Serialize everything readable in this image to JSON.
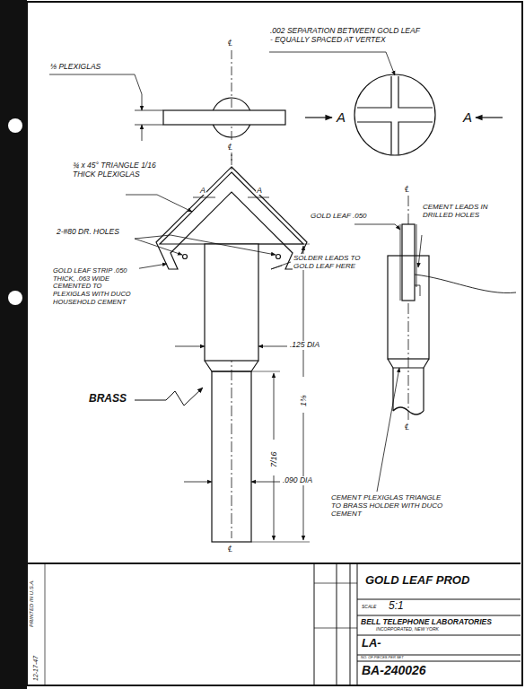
{
  "diagram": {
    "title": "GOLD LEAF PROD",
    "labels": [
      ".002 SEPARATION BETWEEN GOLD LEAF - EQUALLY SPACED AT VERTEX",
      "℄",
      "⅛ PLEXIGLAS",
      "A",
      "A",
      "℄",
      "¾ x 45° TRIANGLE 1/16 THICK PLEXIGLAS",
      "A",
      "A",
      "2-#80 DR. HOLES",
      "GOLD LEAF STRIP .050 THICK, .063 WIDE CEMENTED TO PLEXIGLAS WITH DUCO HOUSEHOLD CEMENT",
      "SOLDER LEADS TO GOLD LEAF HERE",
      ".125 DIA",
      "BRASS",
      "7/16",
      "1⅜",
      ".090 DIA",
      "℄",
      "℄",
      "GOLD LEAF .050",
      "CEMENT LEADS IN DRILLED HOLES",
      "℄",
      "CEMENT PLEXIGLAS TRIANGLE TO BRASS HOLDER WITH DUCO CEMENT",
      "SCALE",
      "5:1",
      "BELL TELEPHONE LABORATORIES",
      "INCORPORATED, NEW YORK",
      "LA-",
      "NO. OF PIECES PER SET",
      "BA-240026",
      "PRINTED IN U.S.A.",
      "12-17-47"
    ]
  }
}
